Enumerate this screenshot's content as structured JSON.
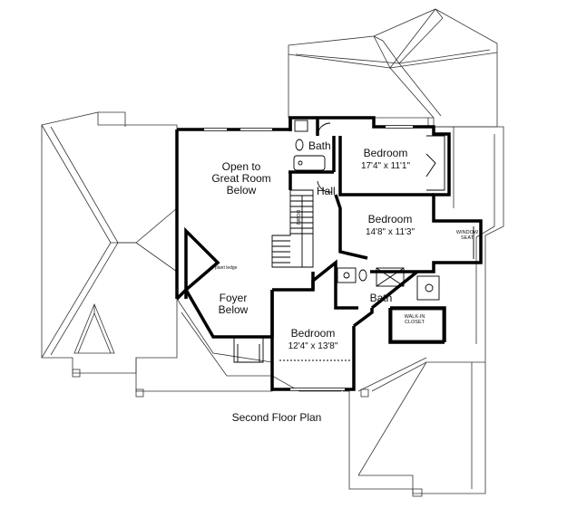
{
  "plan": {
    "caption": "Second Floor Plan",
    "open_label": [
      "Open to",
      "Great Room",
      "Below"
    ],
    "hall": "Hall",
    "bath_top": "Bath",
    "bath_mid": "Bath",
    "foyer": [
      "Foyer",
      "Below"
    ],
    "plant_ledge": "plant ledge",
    "stair_down": "DOWN",
    "window_seat": [
      "WINDOW",
      "SEAT"
    ],
    "walk_in_closet": [
      "WALK-IN",
      "CLOSET"
    ],
    "rooms": [
      {
        "name": "Bedroom",
        "dims": "17'4\" x 11'1\""
      },
      {
        "name": "Bedroom",
        "dims": "14'8\" x 11'3\""
      },
      {
        "name": "Bedroom",
        "dims": "12'4\" x 13'8\""
      }
    ]
  },
  "colors": {
    "wall": "#000000",
    "roof": "#444444",
    "background": "#ffffff"
  }
}
